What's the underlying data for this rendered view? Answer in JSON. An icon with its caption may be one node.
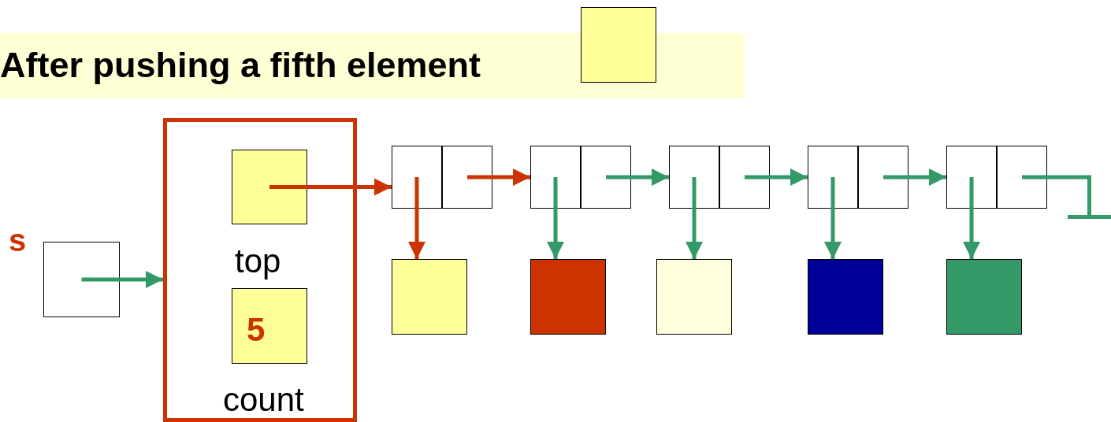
{
  "diagram": {
    "title": "After pushing a fifth element",
    "nodes": [
      {
        "text": [],
        "shape": "box"
      },
      {
        "text": [],
        "shape": "box",
        "beside": [
          "s"
        ]
      },
      {
        "text": [],
        "shape": "box"
      },
      {
        "text": [],
        "shape": "box",
        "in": 2,
        "beside": [
          "top"
        ]
      },
      {
        "text": [
          "5"
        ],
        "in": 2,
        "beside": [
          "count"
        ]
      },
      {
        "text": [],
        "shape": "box"
      },
      {
        "text": [],
        "shape": "box"
      },
      {
        "text": [],
        "shape": "box"
      },
      {
        "text": [],
        "shape": "box"
      },
      {
        "text": [],
        "shape": "box"
      },
      {
        "text": [],
        "shape": "box"
      },
      {
        "text": [],
        "shape": "box"
      },
      {
        "text": [],
        "shape": "box"
      },
      {
        "text": [],
        "shape": "box"
      },
      {
        "text": [],
        "shape": "box"
      },
      {
        "text": [],
        "shape": "bar"
      }
    ],
    "edges": [
      {
        "from": 1,
        "to": 2,
        "arrow": "to"
      },
      {
        "from": 3,
        "to": 5,
        "arrow": "to",
        "color": "#cc3300"
      },
      {
        "from": 5,
        "to": 10,
        "arrow": "to",
        "color": "#cc3300"
      },
      {
        "from": 5,
        "to": 6,
        "arrow": "to",
        "color": "#cc3300"
      },
      {
        "from": 6,
        "to": 11,
        "arrow": "to"
      },
      {
        "from": 6,
        "to": 7,
        "arrow": "to"
      },
      {
        "from": 7,
        "to": 12,
        "arrow": "to"
      },
      {
        "from": 7,
        "to": 8,
        "arrow": "to"
      },
      {
        "from": 8,
        "to": 13,
        "arrow": "to"
      },
      {
        "from": 8,
        "to": 9,
        "arrow": "to"
      },
      {
        "from": 9,
        "to": 14,
        "arrow": "to"
      },
      {
        "from": 9,
        "to": 15,
        "arrow": "none"
      }
    ]
  }
}
